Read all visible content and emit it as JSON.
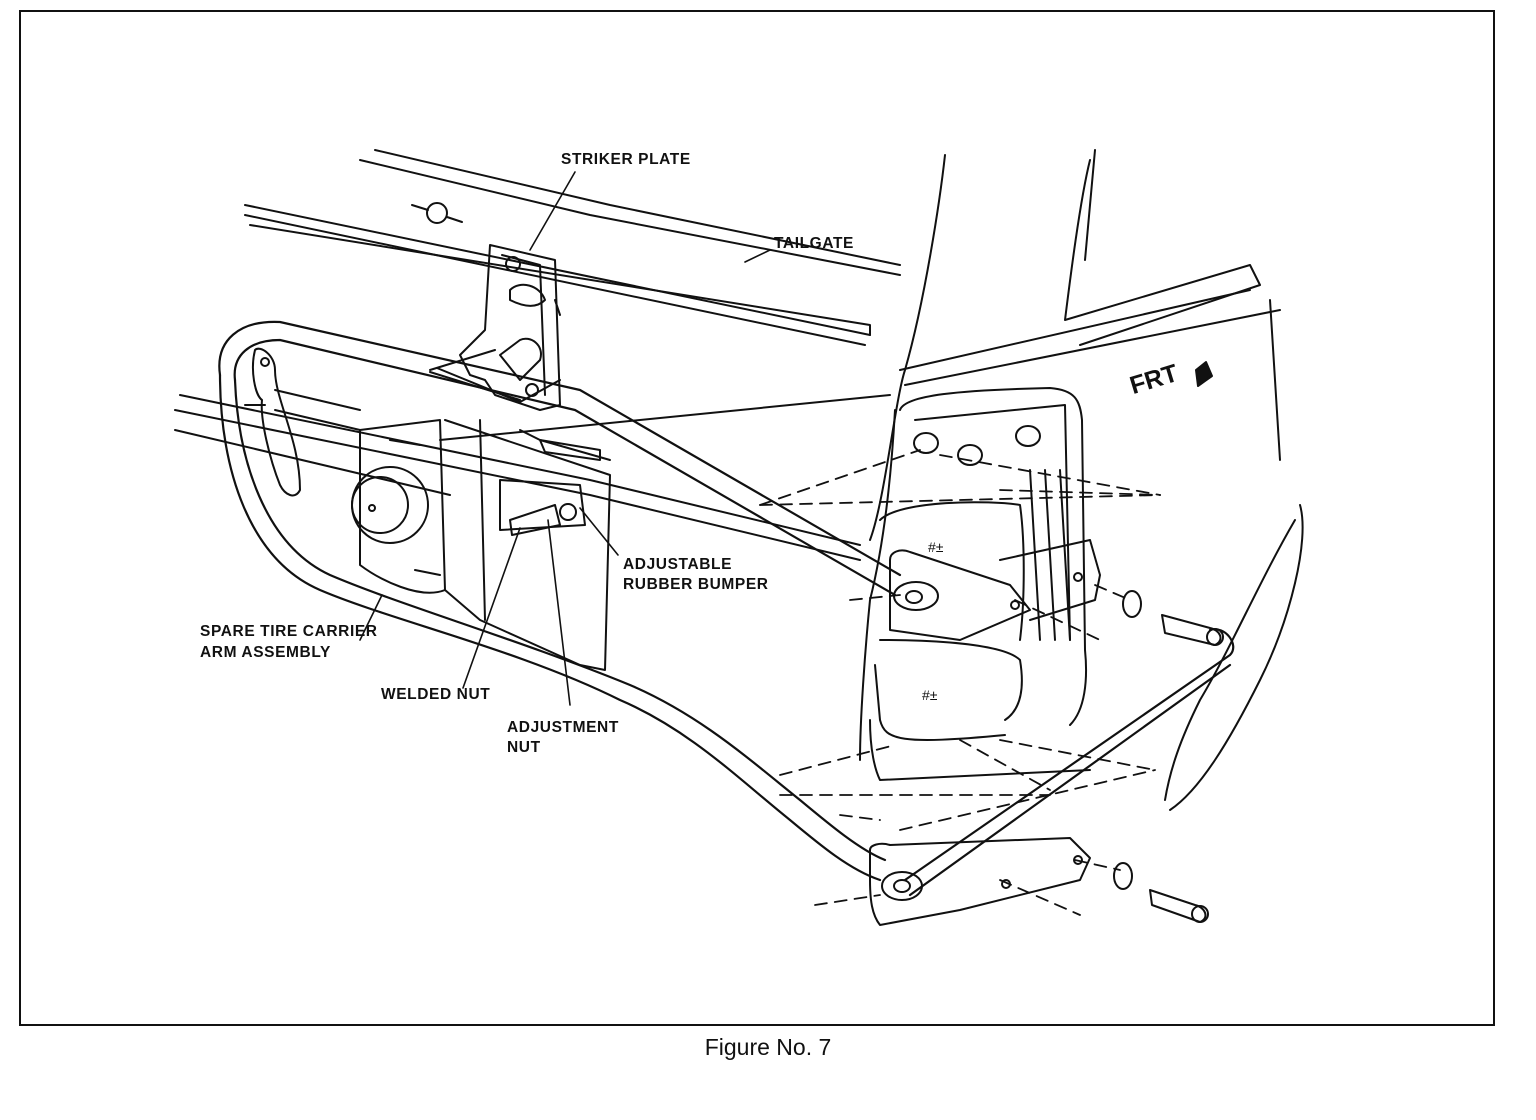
{
  "figure": {
    "caption": "Figure No. 7"
  },
  "labels": {
    "striker_plate": "STRIKER PLATE",
    "tailgate": "TAILGATE",
    "frt": "FRT",
    "adjustable_rubber_bumper_line1": "ADJUSTABLE",
    "adjustable_rubber_bumper_line2": "RUBBER BUMPER",
    "spare_tire_carrier_line1": "SPARE TIRE CARRIER",
    "spare_tire_carrier_line2": "ARM ASSEMBLY",
    "welded_nut": "WELDED NUT",
    "adjustment_nut_line1": "ADJUSTMENT",
    "adjustment_nut_line2": "NUT"
  },
  "colors": {
    "ink": "#111111",
    "paper": "#ffffff"
  }
}
